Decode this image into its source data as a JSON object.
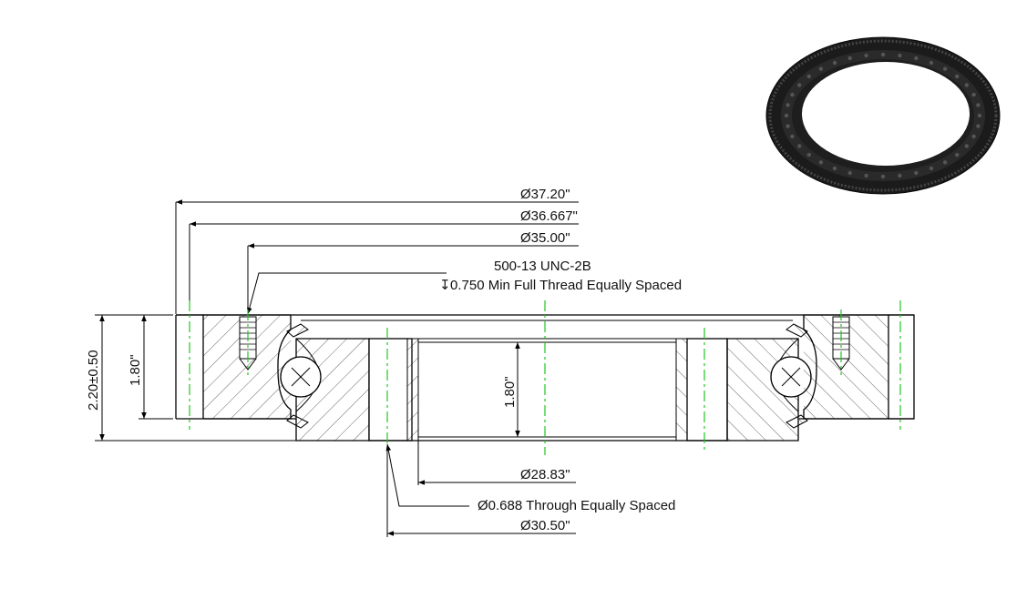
{
  "dimensions": {
    "outer_diameter": "Ø37.20\"",
    "pitch_diameter": "Ø36.667\"",
    "bolt_circle_outer": "Ø35.00\"",
    "thread_spec_line1": "500-13 UNC-2B",
    "thread_spec_line2": "0.750 Min Full Thread Equally Spaced",
    "total_height": "2.20±0.50",
    "ring_height": "1.80\"",
    "inner_height": "1.80\"",
    "inner_diameter": "Ø28.83\"",
    "through_holes": "Ø0.688 Through Equally Spaced",
    "bolt_circle_inner": "Ø30.50\""
  },
  "symbols": {
    "depth_symbol": "↧"
  },
  "colors": {
    "centerline": "#22c422",
    "line": "#000000",
    "ring_render": "#1a1a1a"
  }
}
